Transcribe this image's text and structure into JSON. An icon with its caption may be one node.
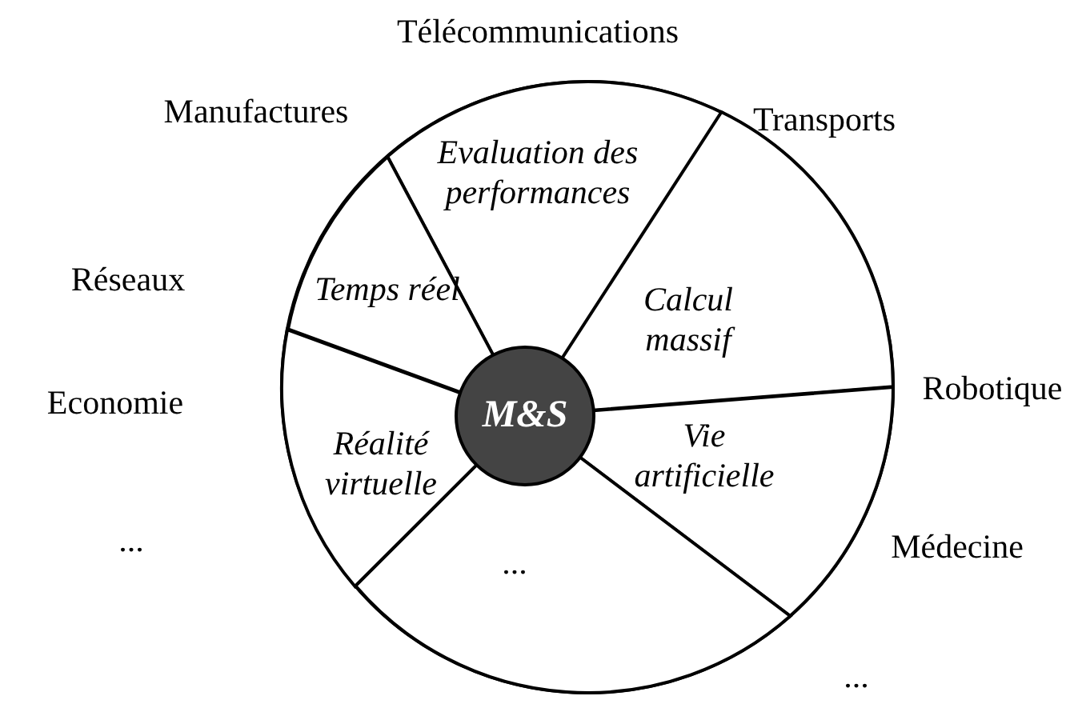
{
  "diagram": {
    "nodes": [
      {
        "text": [],
        "shape": "circle"
      },
      {
        "text": [
          "Evaluation des performances"
        ],
        "in": 0
      },
      {
        "text": [
          "Calcul massif"
        ],
        "in": 0
      },
      {
        "text": [
          "Vie artificielle"
        ],
        "in": 0
      },
      {
        "text": [
          "..."
        ],
        "in": 0
      },
      {
        "text": [
          "Réalité virtuelle"
        ],
        "in": 0
      },
      {
        "text": [
          "Temps réel"
        ],
        "in": 0
      },
      {
        "text": [
          "M&S"
        ],
        "in": 0
      }
    ],
    "edges": [],
    "labels": [
      "Télécommunications",
      "Manufactures",
      "Transports",
      "Réseaux",
      "Robotique",
      "Economie",
      "Médecine",
      "...",
      "..."
    ]
  }
}
